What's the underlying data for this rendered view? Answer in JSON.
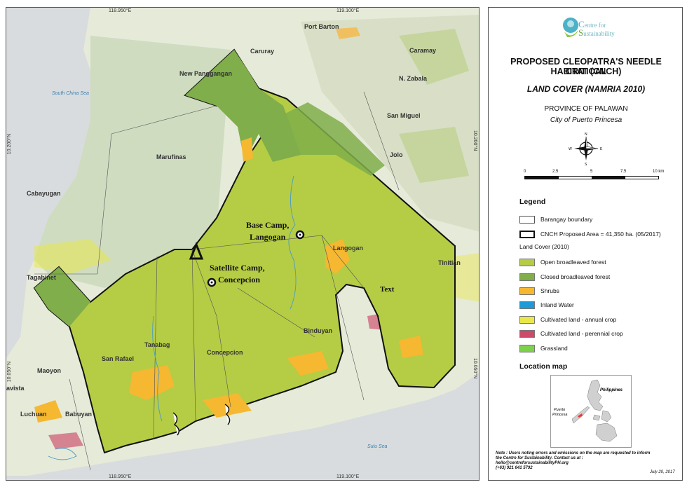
{
  "map": {
    "coords": {
      "top_left": "118.950°E",
      "top_right": "119.100°E",
      "bottom_left": "118.950°E",
      "bottom_right": "119.100°E",
      "left_top": "10.200°N",
      "left_bottom": "10.050°N",
      "right_top": "10.200°N",
      "right_bottom": "10.050°N"
    },
    "water": {
      "south_china_sea": "South China Sea",
      "sulu_sea": "Sulu Sea"
    },
    "places": {
      "port_barton": "Port Barton",
      "caruray": "Caruray",
      "caramay": "Caramay",
      "new_panggangan": "New Panggangan",
      "n_zabala": "N. Zabala",
      "san_miguel": "San Miguel",
      "marufinas": "Marufinas",
      "jolo": "Jolo",
      "cabayugan": "Cabayugan",
      "langogan": "Langogan",
      "tinitian": "Tinitian",
      "tagabinet": "Tagabinet",
      "san_rafael": "San Rafael",
      "tanabag": "Tanabag",
      "concepcion": "Concepcion",
      "binduyan": "Binduyan",
      "maoyon": "Maoyon",
      "vista": "avista",
      "luchuan": "Luchuan",
      "babuyan": "Babuyan"
    },
    "camps": {
      "base_camp_line1": "Base Camp,",
      "base_camp_line2": "Langogan",
      "satellite_camp_line1": "Satellite Camp,",
      "satellite_camp_line2": "Concepcion",
      "text_label": "Text"
    }
  },
  "legend": {
    "logo_text_1": "entre for",
    "logo_text_2": "ustainability",
    "logo_s1": "C",
    "logo_s2": "S",
    "title_line1": "PROPOSED CLEOPATRA'S NEEDLE CRITICAL",
    "title_line2": "HABITAT (CNCH)",
    "subtitle": "LAND COVER (NAMRIA 2010)",
    "province": "PROVINCE OF PALAWAN",
    "city": "City of Puerto Princesa",
    "compass": {
      "n": "N",
      "e": "E",
      "s": "S",
      "w": "W"
    },
    "scale": {
      "t0": "0",
      "t1": "2.5",
      "t2": "5",
      "t3": "7.5",
      "t4": "10 km"
    },
    "legend_heading": "Legend",
    "barangay": "Barangay boundary",
    "cnch": "CNCH Proposed Area = 41,350 ha. (05/2017)",
    "land_cover_heading": "Land Cover (2010)",
    "items": [
      {
        "label": "Open broadleaved forest",
        "color": "#b5cc45"
      },
      {
        "label": "Closed broadleaved forest",
        "color": "#7fae4a"
      },
      {
        "label": "Shrubs",
        "color": "#f5b830"
      },
      {
        "label": "Inland Water",
        "color": "#1e9ad6"
      },
      {
        "label": "Cultivated land - annual crop",
        "color": "#e8e84a"
      },
      {
        "label": "Cultivated land - perennial crop",
        "color": "#cc4a6a"
      },
      {
        "label": "Grassland",
        "color": "#7ed14a"
      }
    ],
    "location_heading": "Location map",
    "inset": {
      "philippines": "Philippines",
      "puerto": "Puerto",
      "princesa": "Princesa"
    },
    "note_line1": "Note : Users noting errors and omissions on the map are requested to inform",
    "note_line2": "the Centre for Sustainability. Contact us at :",
    "note_line3": "hello@centreforsustainabilityPH.org",
    "note_line4": "(+63) 921 641 5792",
    "date": "July 20, 2017"
  }
}
